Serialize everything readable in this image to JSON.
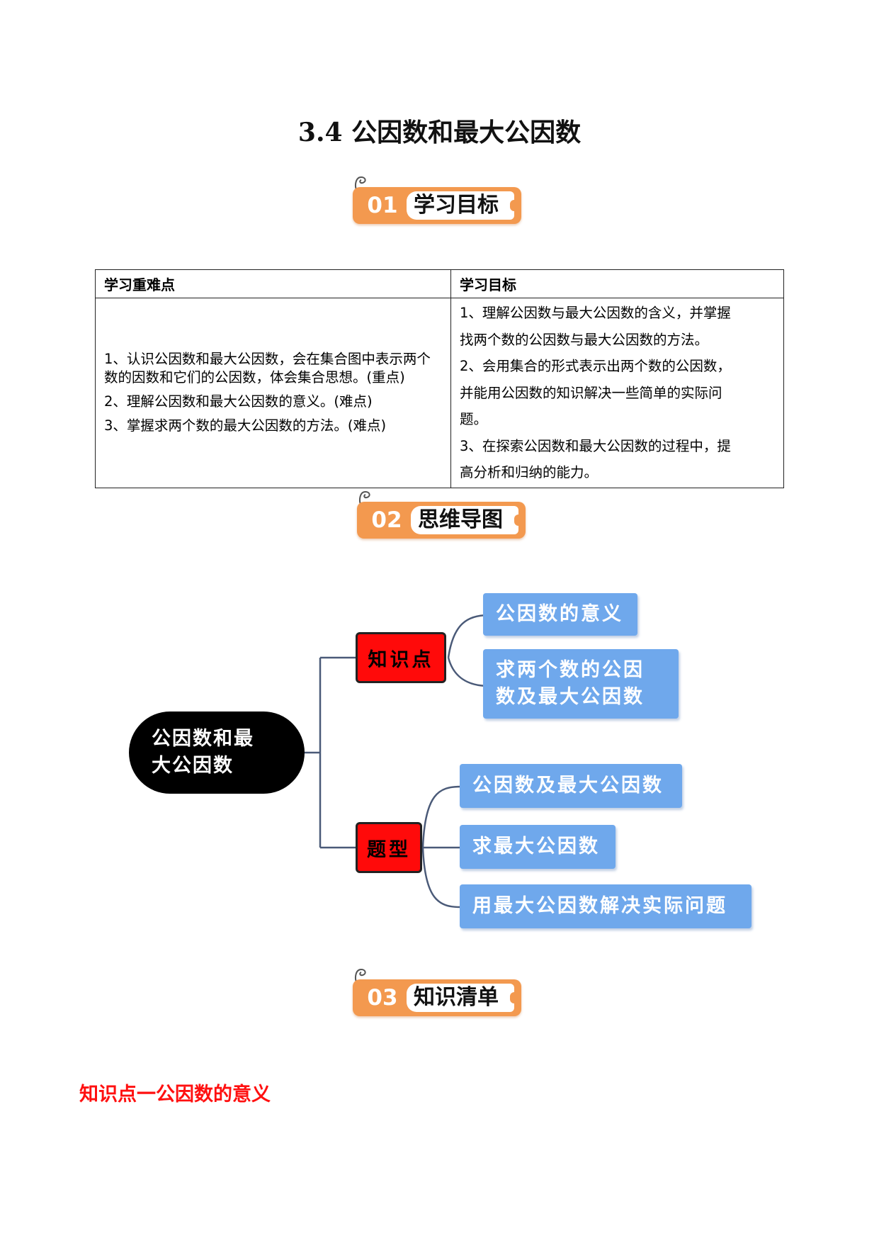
{
  "page": {
    "title": "3.4 公因数和最大公因数"
  },
  "sections": [
    {
      "number": "01",
      "label": "学习目标"
    },
    {
      "number": "02",
      "label": "思维导图"
    },
    {
      "number": "03",
      "label": "知识清单"
    }
  ],
  "goals_table": {
    "headers": [
      "学习重难点",
      "学习目标"
    ],
    "left_items": [
      "1、认识公因数和最大公因数，会在集合图中表示两个数的因数和它们的公因数，体会集合思想。(重点)",
      "2、理解公因数和最大公因数的意义。(难点)",
      "3、掌握求两个数的最大公因数的方法。(难点)"
    ],
    "right_lines": [
      "1、理解公因数与最大公因数的含义，并掌握",
      "找两个数的公因数与最大公因数的方法。",
      "2、会用集合的形式表示出两个数的公因数，",
      "并能用公因数的知识解决一些简单的实际问",
      "题。",
      "3、在探索公因数和最大公因数的过程中，提",
      "高分析和归纳的能力。"
    ]
  },
  "mindmap": {
    "root_lines": [
      "公因数和最",
      "大公因数"
    ],
    "categories": [
      {
        "label": "知识点",
        "leaves": [
          [
            "公因数的意义"
          ],
          [
            "求两个数的公因",
            "数及最大公因数"
          ]
        ]
      },
      {
        "label": "题型",
        "leaves": [
          [
            "公因数及最大公因数"
          ],
          [
            "求最大公因数"
          ],
          [
            "用最大公因数解决实际问题"
          ]
        ]
      }
    ],
    "colors": {
      "root": "#000000",
      "category": "#ff0a0a",
      "leaf": "#6fa8ec",
      "line": "#4a5a78"
    }
  },
  "knowledge_point_heading": "知识点一公因数的意义"
}
